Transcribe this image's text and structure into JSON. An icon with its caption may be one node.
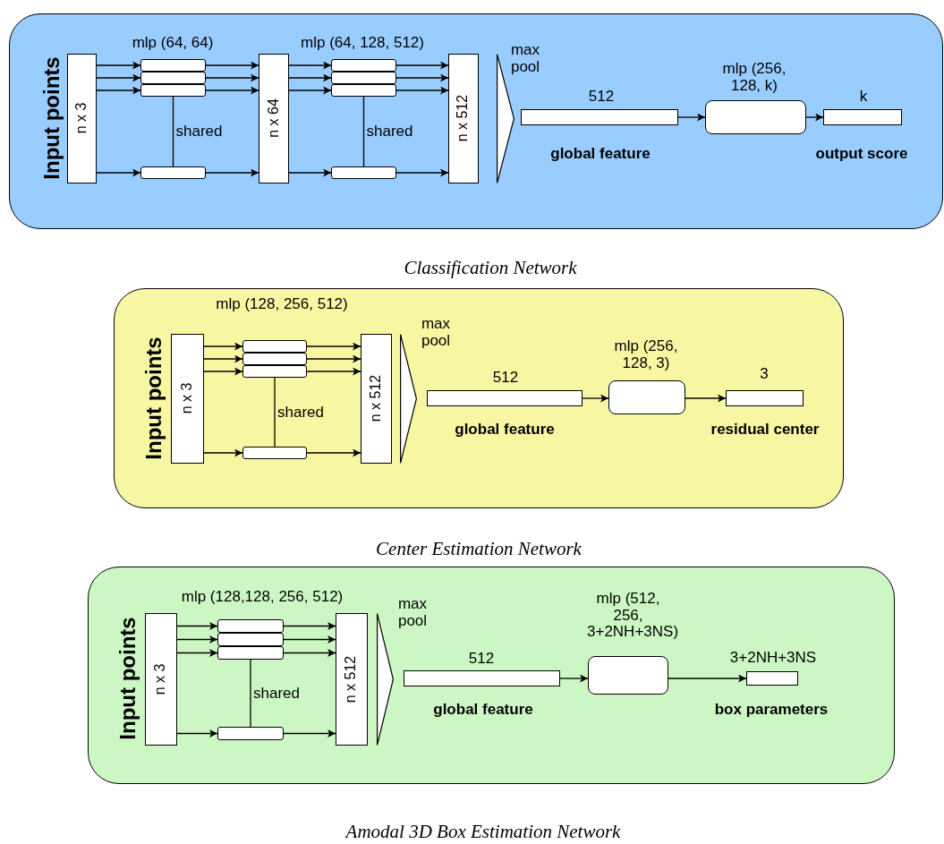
{
  "diagram": {
    "nodes": [
      {
        "text": [],
        "shape": "box",
        "beside": [
          "Classification Network"
        ]
      },
      {
        "text": [
          "n x 3"
        ],
        "in": 0,
        "beside": [
          "Input points"
        ]
      },
      {
        "text": [],
        "shape": "box",
        "in": 0
      },
      {
        "text": [],
        "shape": "box",
        "in": 0
      },
      {
        "text": [],
        "shape": "box",
        "in": 0
      },
      {
        "text": [],
        "shape": "box",
        "in": 0
      },
      {
        "text": [
          "n x 64"
        ],
        "in": 0
      },
      {
        "text": [],
        "shape": "box",
        "in": 0
      },
      {
        "text": [],
        "shape": "box",
        "in": 0
      },
      {
        "text": [],
        "shape": "box",
        "in": 0
      },
      {
        "text": [],
        "shape": "box",
        "in": 0
      },
      {
        "text": [
          "n x 512"
        ],
        "in": 0
      },
      {
        "text": [],
        "shape": "bar",
        "in": 0,
        "beside": [
          "512",
          "global feature"
        ]
      },
      {
        "text": [],
        "shape": "box",
        "in": 0,
        "beside": [
          "mlp (256, 128, k)"
        ]
      },
      {
        "text": [],
        "shape": "bar",
        "in": 0,
        "beside": [
          "k",
          "output score"
        ]
      },
      {
        "text": [],
        "shape": "box",
        "beside": [
          "Center Estimation Network"
        ]
      },
      {
        "text": [
          "n x 3"
        ],
        "in": 15,
        "beside": [
          "Input points"
        ]
      },
      {
        "text": [],
        "shape": "box",
        "in": 15
      },
      {
        "text": [],
        "shape": "box",
        "in": 15
      },
      {
        "text": [],
        "shape": "box",
        "in": 15
      },
      {
        "text": [],
        "shape": "box",
        "in": 15
      },
      {
        "text": [
          "n x 512"
        ],
        "in": 15
      },
      {
        "text": [],
        "shape": "bar",
        "in": 15,
        "beside": [
          "512",
          "global feature"
        ]
      },
      {
        "text": [],
        "shape": "box",
        "in": 15,
        "beside": [
          "mlp (256, 128, 3)"
        ]
      },
      {
        "text": [],
        "shape": "bar",
        "in": 15,
        "beside": [
          "3",
          "residual center"
        ]
      },
      {
        "text": [],
        "shape": "box",
        "beside": [
          "Amodal 3D Box Estimation Network"
        ]
      },
      {
        "text": [
          "n x 3"
        ],
        "in": 25,
        "beside": [
          "Input points"
        ]
      },
      {
        "text": [],
        "shape": "box",
        "in": 25
      },
      {
        "text": [],
        "shape": "box",
        "in": 25
      },
      {
        "text": [],
        "shape": "box",
        "in": 25
      },
      {
        "text": [],
        "shape": "box",
        "in": 25
      },
      {
        "text": [
          "n x 512"
        ],
        "in": 25
      },
      {
        "text": [],
        "shape": "bar",
        "in": 25,
        "beside": [
          "512",
          "global feature"
        ]
      },
      {
        "text": [],
        "shape": "box",
        "in": 25,
        "beside": [
          "mlp (512, 256, 3+2NH+3NS)"
        ]
      },
      {
        "text": [],
        "shape": "bar",
        "in": 25,
        "beside": [
          "3+2NH+3NS",
          "box parameters"
        ]
      },
      {
        "text": [],
        "shape": "triangle",
        "in": 0,
        "beside": [
          "max pool"
        ]
      },
      {
        "text": [],
        "shape": "triangle",
        "in": 15,
        "beside": [
          "max pool"
        ]
      },
      {
        "text": [],
        "shape": "triangle",
        "in": 25,
        "beside": [
          "max pool"
        ]
      }
    ],
    "edges": [
      {
        "from": 1,
        "to": 2,
        "arrow": "to"
      },
      {
        "from": 1,
        "to": 3,
        "arrow": "to"
      },
      {
        "from": 1,
        "to": 4,
        "arrow": "to"
      },
      {
        "from": 1,
        "to": 5,
        "arrow": "to"
      },
      {
        "from": 2,
        "to": 6,
        "arrow": "to"
      },
      {
        "from": 3,
        "to": 6,
        "arrow": "to"
      },
      {
        "from": 4,
        "to": 6,
        "arrow": "to"
      },
      {
        "from": 5,
        "to": 6,
        "arrow": "to"
      },
      {
        "from": 4,
        "to": 5,
        "arrow": "none",
        "label": "shared"
      },
      {
        "from": 6,
        "to": 7,
        "arrow": "to"
      },
      {
        "from": 6,
        "to": 8,
        "arrow": "to"
      },
      {
        "from": 6,
        "to": 9,
        "arrow": "to"
      },
      {
        "from": 6,
        "to": 10,
        "arrow": "to"
      },
      {
        "from": 7,
        "to": 11,
        "arrow": "to"
      },
      {
        "from": 8,
        "to": 11,
        "arrow": "to"
      },
      {
        "from": 9,
        "to": 11,
        "arrow": "to"
      },
      {
        "from": 10,
        "to": 11,
        "arrow": "to"
      },
      {
        "from": 9,
        "to": 10,
        "arrow": "none",
        "label": "shared"
      },
      {
        "from": 12,
        "to": 13,
        "arrow": "to"
      },
      {
        "from": 13,
        "to": 14,
        "arrow": "to"
      },
      {
        "from": 16,
        "to": 17,
        "arrow": "to"
      },
      {
        "from": 16,
        "to": 18,
        "arrow": "to"
      },
      {
        "from": 16,
        "to": 19,
        "arrow": "to"
      },
      {
        "from": 16,
        "to": 20,
        "arrow": "to"
      },
      {
        "from": 17,
        "to": 21,
        "arrow": "to"
      },
      {
        "from": 18,
        "to": 21,
        "arrow": "to"
      },
      {
        "from": 19,
        "to": 21,
        "arrow": "to"
      },
      {
        "from": 20,
        "to": 21,
        "arrow": "to"
      },
      {
        "from": 19,
        "to": 20,
        "arrow": "none",
        "label": "shared"
      },
      {
        "from": 22,
        "to": 23,
        "arrow": "to"
      },
      {
        "from": 23,
        "to": 24,
        "arrow": "to"
      },
      {
        "from": 26,
        "to": 27,
        "arrow": "to"
      },
      {
        "from": 26,
        "to": 28,
        "arrow": "to"
      },
      {
        "from": 26,
        "to": 29,
        "arrow": "to"
      },
      {
        "from": 26,
        "to": 30,
        "arrow": "to"
      },
      {
        "from": 27,
        "to": 31,
        "arrow": "to"
      },
      {
        "from": 28,
        "to": 31,
        "arrow": "to"
      },
      {
        "from": 29,
        "to": 31,
        "arrow": "to"
      },
      {
        "from": 30,
        "to": 31,
        "arrow": "to"
      },
      {
        "from": 29,
        "to": 30,
        "arrow": "none",
        "label": "shared"
      },
      {
        "from": 32,
        "to": 33,
        "arrow": "to"
      },
      {
        "from": 33,
        "to": 34,
        "arrow": "to"
      }
    ],
    "labels": [
      "mlp (64, 64)",
      "mlp (64, 128, 512)",
      "mlp (128, 256, 512)",
      "mlp (128,128, 256, 512)"
    ]
  }
}
